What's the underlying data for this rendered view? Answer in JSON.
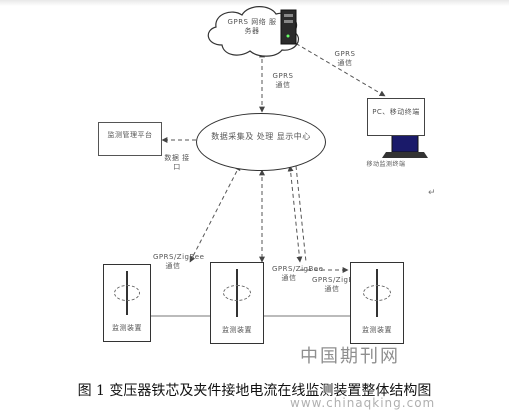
{
  "nodes": {
    "cloud_label": "GPRS 网络 服务器",
    "platform_label": "监测管理平台",
    "hub_label": "数据采集及 处理 显示中心",
    "terminal_label": "PC、移动终端",
    "terminal_caption": "移动监测终端",
    "device1_label": "监测装置",
    "device2_label": "监测装置",
    "device3_label": "监测装置"
  },
  "links": {
    "cloud_hub": "GPRS 通信",
    "cloud_terminal": "GPRS 通信",
    "hub_platform": "数据 接口",
    "hub_device1": "GPRS/ZigBee 通信",
    "hub_device2": "GPRS/ZigBee 通信",
    "hub_device3": "GPRS/ZigBee 通信"
  },
  "watermark": "中国期刊网",
  "caption": "图 1  变压器铁芯及夹件接地电流在线监测装置整体结构图",
  "url": "www.chinaqking.com",
  "para_mark": "↵"
}
